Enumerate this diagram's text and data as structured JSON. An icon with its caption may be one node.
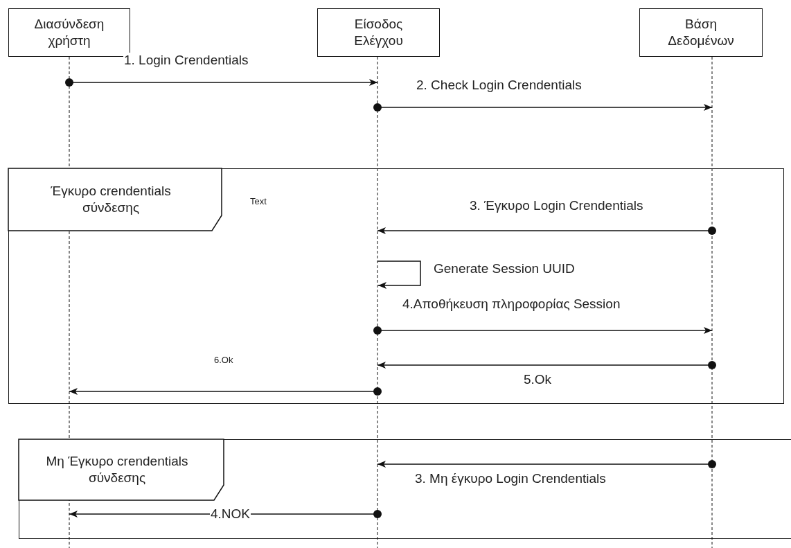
{
  "diagram": {
    "nodes": [
      {
        "text": [
          "Διασύνδεση χρήστη"
        ]
      },
      {
        "text": [
          "Είσοδος Ελέγχου"
        ]
      },
      {
        "text": [
          "Βάση Δεδομένων"
        ]
      },
      {
        "text": [
          "Έγκυρο crendentials σύνδεσης"
        ]
      },
      {
        "text": [
          "Μη Έγκυρο crendentials σύνδεσης"
        ]
      }
    ],
    "edges": [
      {
        "from": 0,
        "to": 1,
        "arrow": "to",
        "label": "1. Login Crendentials"
      },
      {
        "from": 1,
        "to": 2,
        "arrow": "to",
        "label": "2. Check Login Crendentials"
      },
      {
        "from": 2,
        "to": 1,
        "arrow": "to",
        "label": "3. Έγκυρο Login Crendentials"
      },
      {
        "from": 1,
        "to": 1,
        "arrow": "to",
        "label": "Generate Session UUID"
      },
      {
        "from": 1,
        "to": 2,
        "arrow": "to",
        "label": "4.Αποθήκευση πληροφορίας Session"
      },
      {
        "from": 2,
        "to": 1,
        "arrow": "to",
        "label": "5.Ok"
      },
      {
        "from": 1,
        "to": 0,
        "arrow": "to",
        "label": "6.Ok"
      },
      {
        "from": 2,
        "to": 1,
        "arrow": "to",
        "label": "3. Μη έγκυρο Login Crendentials"
      },
      {
        "from": 1,
        "to": 0,
        "arrow": "to",
        "label": "4.NOK"
      }
    ],
    "labels": [
      "Text"
    ]
  }
}
